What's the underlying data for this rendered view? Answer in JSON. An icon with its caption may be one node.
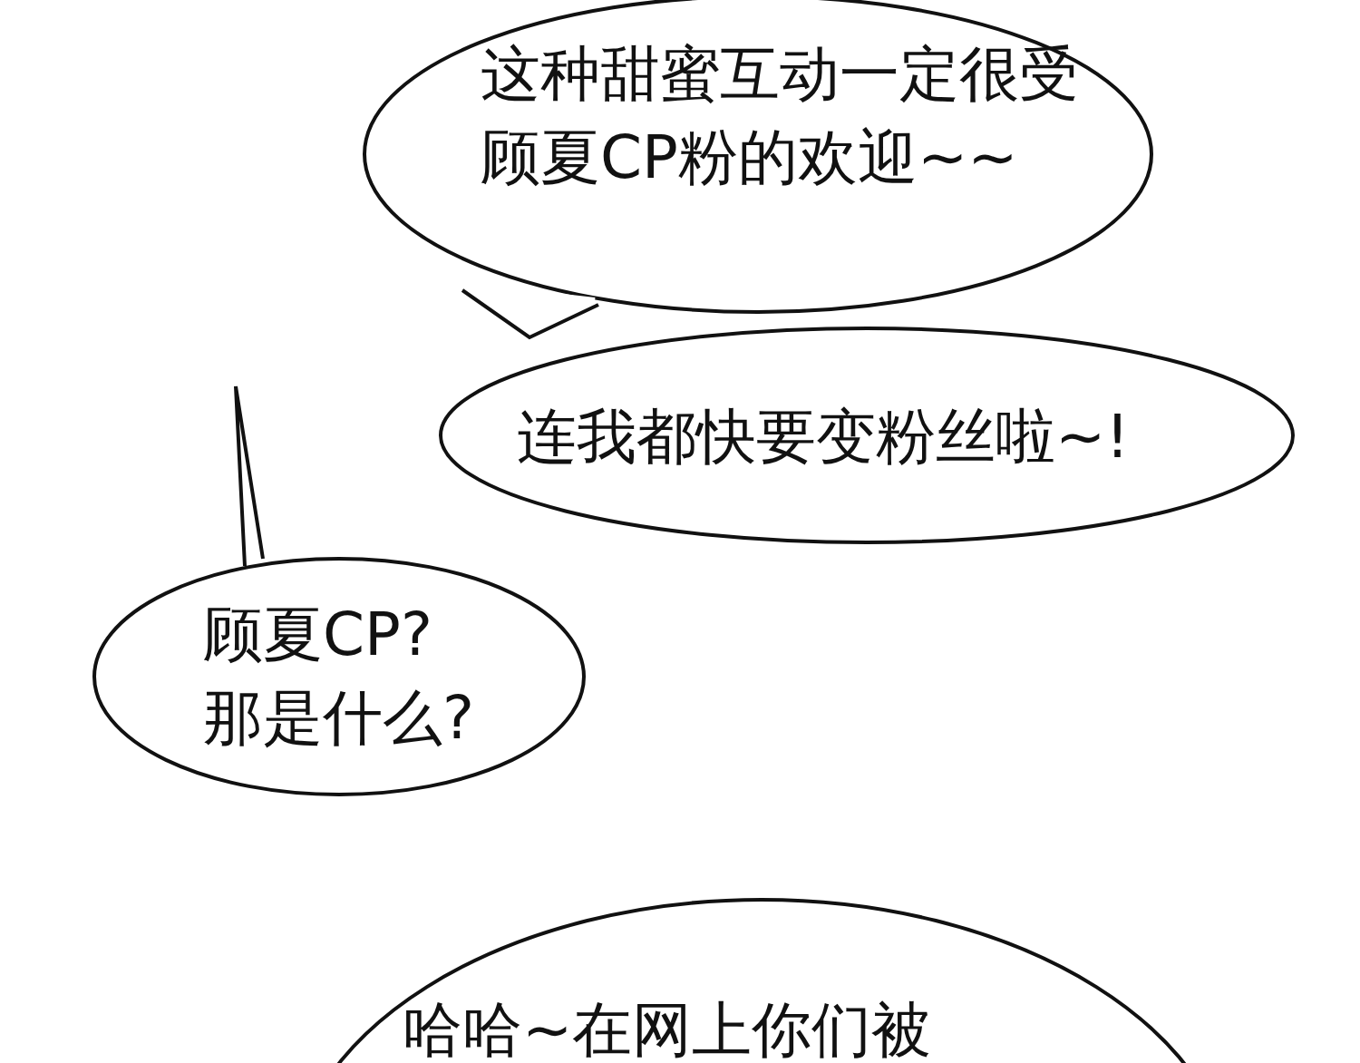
{
  "diagram": {
    "nodes": [
      {
        "text": [
          "这种甜蜜互动一定很受顾夏CP粉的欢迎~~"
        ]
      },
      {
        "text": [
          "连我都快要变粉丝啦~!"
        ]
      },
      {
        "text": [
          "顾夏CP?那是什么?"
        ]
      },
      {
        "text": [
          "哈哈~在网上你们被"
        ]
      }
    ]
  }
}
